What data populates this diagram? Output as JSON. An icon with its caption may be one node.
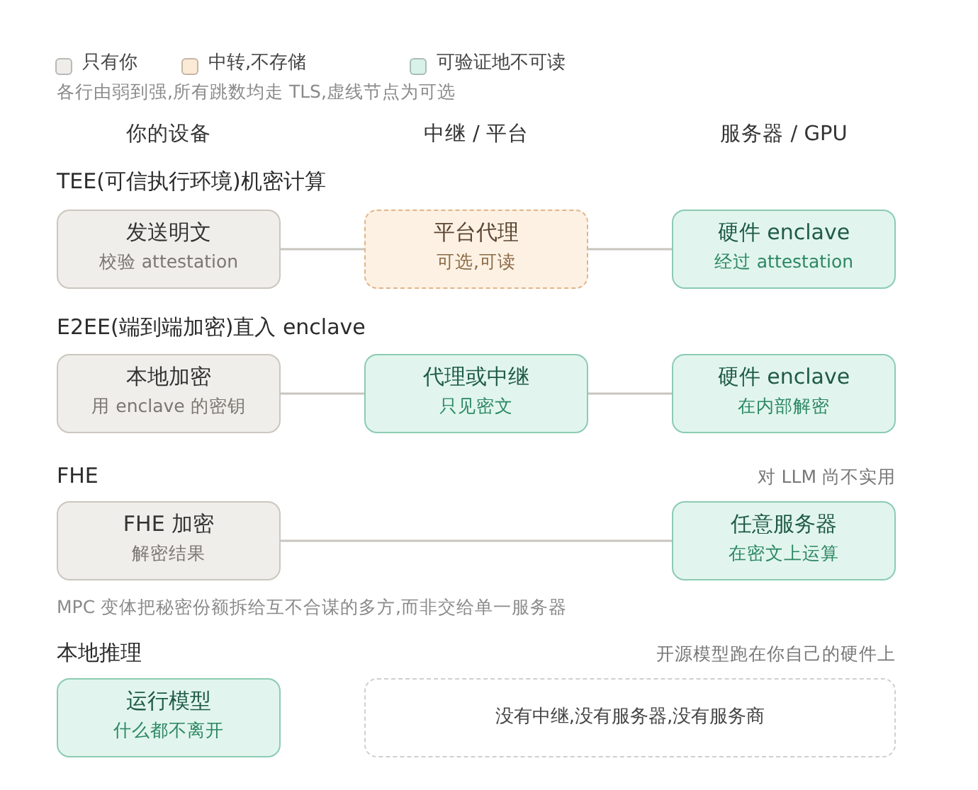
{
  "diagram": {
    "nodes": [
      {
        "text": [
          "发送明文",
          "校验 attestation"
        ]
      },
      {
        "text": [
          "平台代理",
          "可选,可读"
        ]
      },
      {
        "text": [
          "硬件 enclave",
          "经过 attestation"
        ]
      },
      {
        "text": [
          "本地加密",
          "用 enclave 的密钥"
        ]
      },
      {
        "text": [
          "代理或中继",
          "只见密文"
        ]
      },
      {
        "text": [
          "硬件 enclave",
          "在内部解密"
        ]
      },
      {
        "text": [
          "FHE 加密",
          "解密结果"
        ]
      },
      {
        "text": [
          "任意服务器",
          "在密文上运算"
        ]
      },
      {
        "text": [
          "运行模型",
          "什么都不离开"
        ]
      },
      {
        "text": [
          "没有中继,没有服务器,没有服务商"
        ]
      }
    ],
    "edges": [
      {
        "from": 0,
        "to": 1,
        "arrow": "none"
      },
      {
        "from": 1,
        "to": 2,
        "arrow": "none"
      },
      {
        "from": 3,
        "to": 4,
        "arrow": "none"
      },
      {
        "from": 4,
        "to": 5,
        "arrow": "none"
      },
      {
        "from": 6,
        "to": 7,
        "arrow": "none"
      }
    ],
    "labels": [
      "各行由弱到强,所有跳数均走 TLS,虚线节点为可选",
      "你的设备",
      "中继 / 平台",
      "服务器 / GPU",
      "TEE(可信执行环境)机密计算",
      "E2EE(端到端加密)直入 enclave",
      "FHE",
      "对 LLM 尚不实用",
      "MPC 变体把秘密份额拆给互不合谋的多方,而非交给单一服务器",
      "本地推理",
      "开源模型跑在你自己的硬件上"
    ],
    "legend": [
      {
        "text": "只有你",
        "color": "#eeedea"
      },
      {
        "text": "中转,不存储",
        "color": "#fbead6"
      },
      {
        "text": "可验证地不可读",
        "color": "#d9f2e9"
      }
    ]
  }
}
